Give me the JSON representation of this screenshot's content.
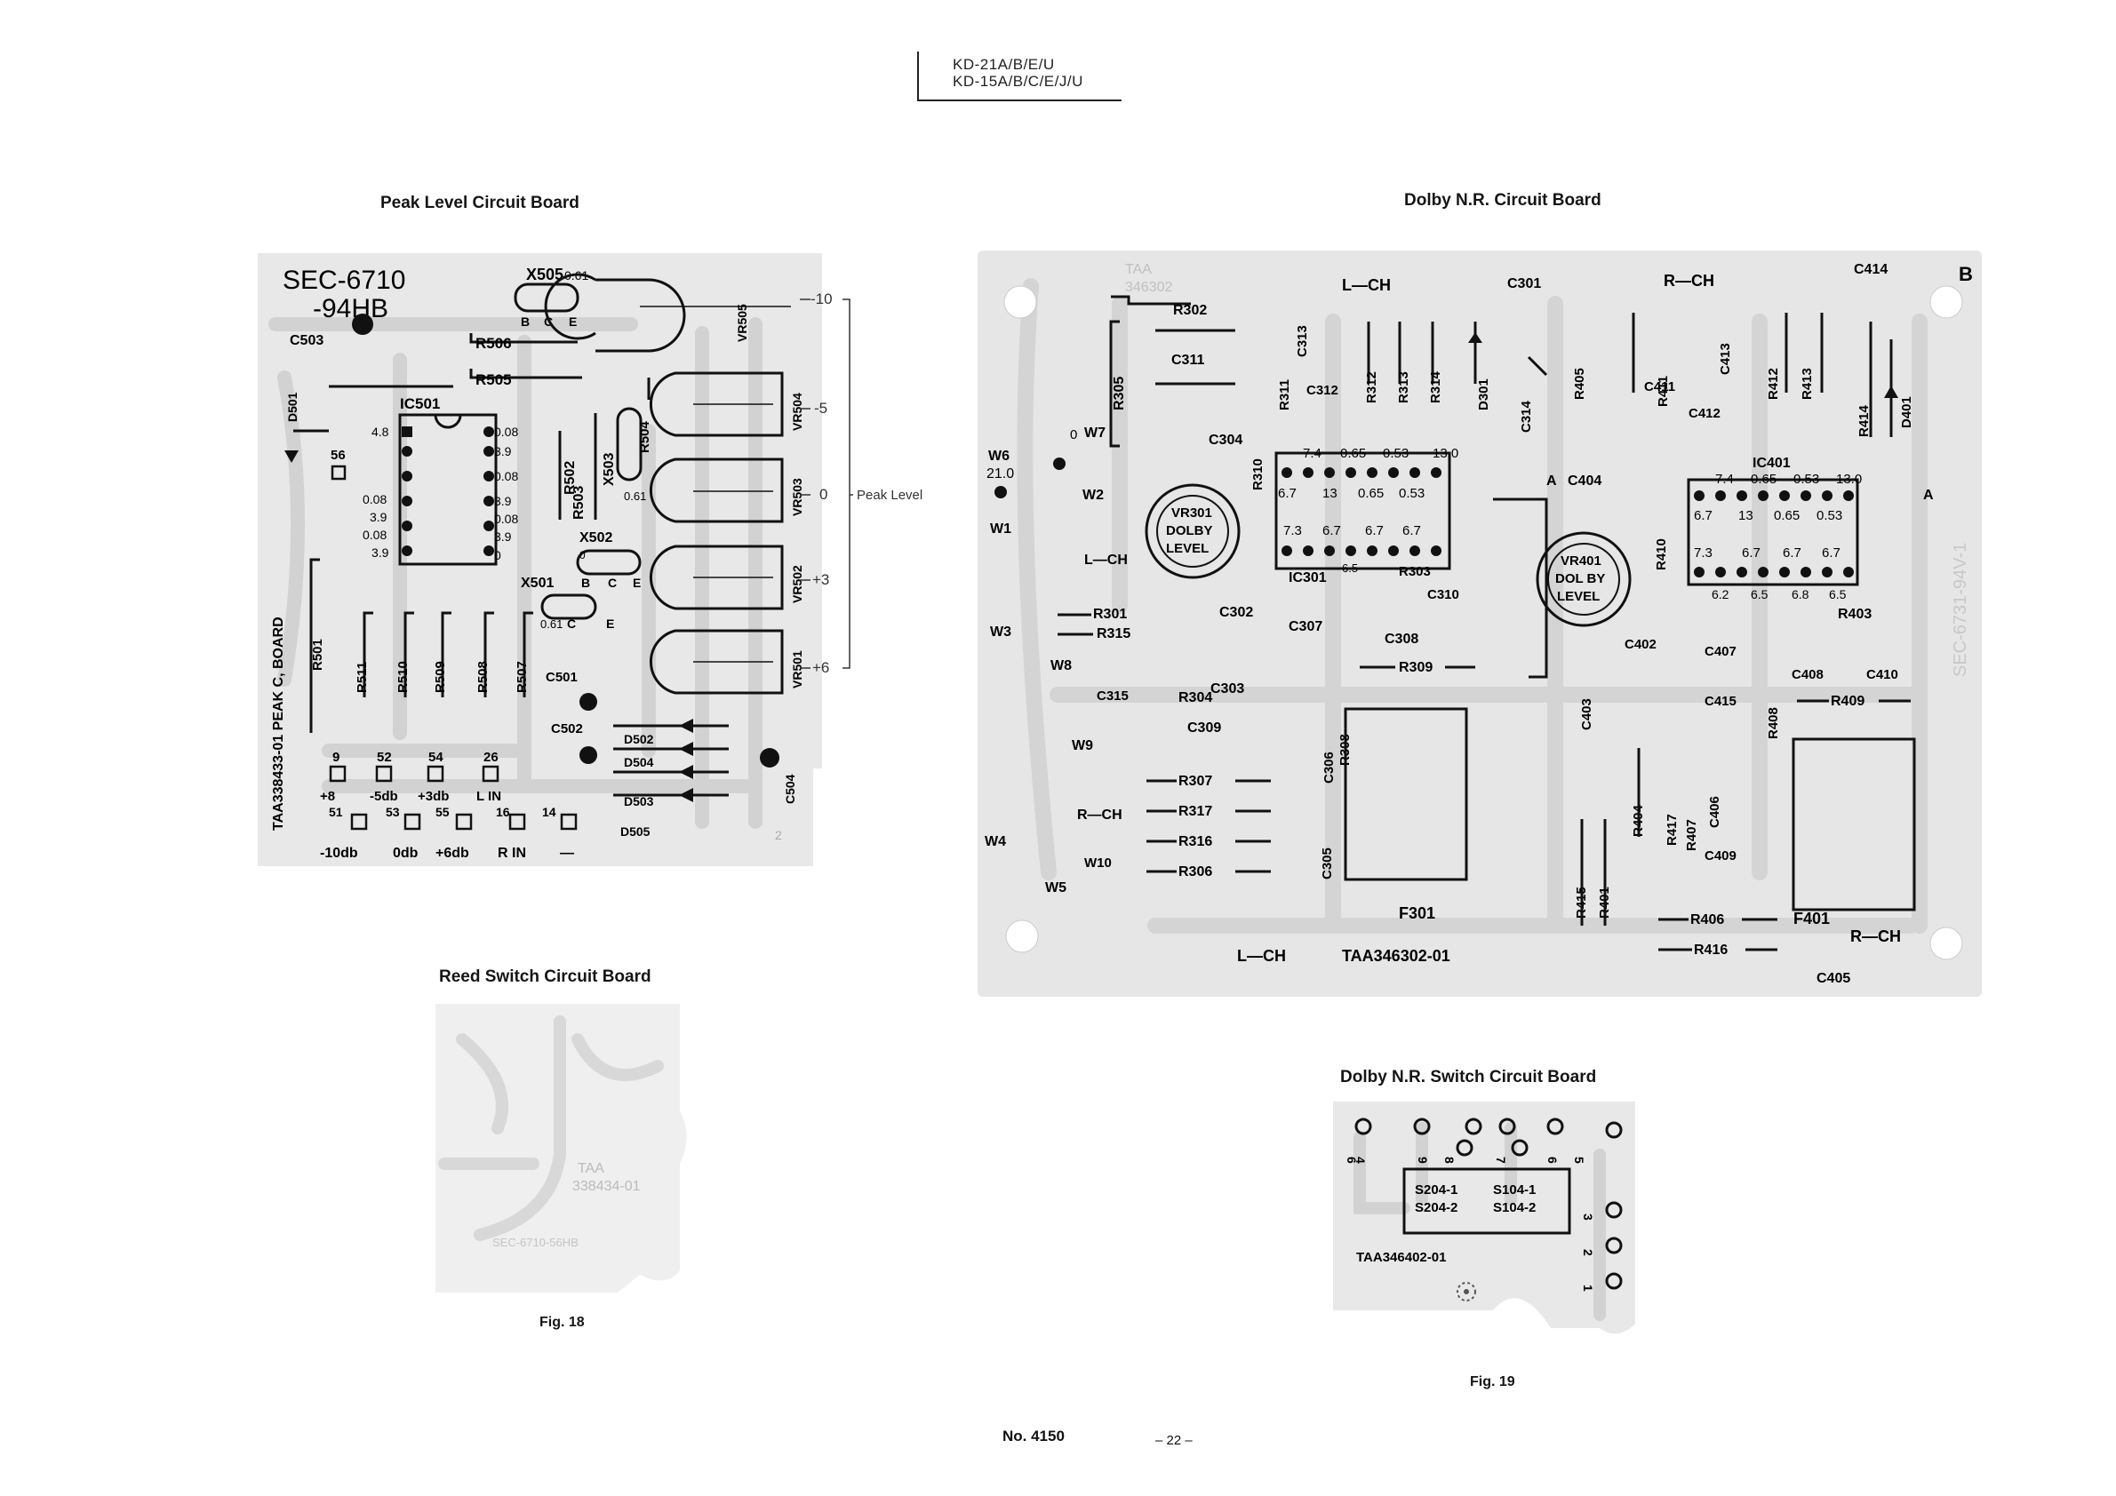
{
  "header": {
    "line1": "KD-21A/B/E/U",
    "line2": "KD-15A/B/C/E/J/U"
  },
  "boards": {
    "peak": {
      "title": "Peak Level Circuit Board",
      "part_code_1": "SEC-6710",
      "part_code_2": "-94HB",
      "board_id": "TAA338433-01 PEAK C, BOARD",
      "ic": "IC501",
      "ic_left_voltages": [
        "4.8",
        "0.08",
        "3.9",
        "0.08",
        "3.9"
      ],
      "ic_right_voltages": [
        "0.08",
        "3.9",
        "0.08",
        "3.9",
        "0.08",
        "3.9",
        "0"
      ],
      "transistors": [
        "X505",
        "X503",
        "X502",
        "X501"
      ],
      "pins_bce": [
        "B",
        "C",
        "E"
      ],
      "transistor_voltages": [
        "0.61",
        "0.61",
        "0",
        "0.61"
      ],
      "resistors_top": [
        "R506",
        "R505"
      ],
      "resistors_mid": [
        "R503",
        "R502",
        "R504"
      ],
      "resistors_bottom": [
        "R511",
        "R510",
        "R509",
        "R508",
        "R507"
      ],
      "r501": "R501",
      "caps": [
        "C503",
        "C501",
        "C502",
        "C504"
      ],
      "diode": "D501",
      "diodes": [
        "D502",
        "D504",
        "D503",
        "D505"
      ],
      "vr": [
        "VR505",
        "VR504",
        "VR503",
        "VR502",
        "VR501"
      ],
      "vr_levels": [
        "-10",
        "-5",
        "0",
        "+3",
        "+6"
      ],
      "peak_label": "Peak Level",
      "terminal_56": "56",
      "pad_numbers_top": [
        "9",
        "52",
        "54",
        "26"
      ],
      "pad_labels_top": [
        "+8",
        "-5db",
        "+3db",
        "L IN"
      ],
      "pad_numbers_bottom": [
        "51",
        "53",
        "55",
        "16",
        "14"
      ],
      "pad_labels_bottom": [
        "-10db",
        "0db",
        "+6db",
        "R IN",
        "—"
      ],
      "corner_mark": "2"
    },
    "reed": {
      "title": "Reed Switch Circuit Board",
      "code1": "TAA",
      "code2": "338434-01",
      "code3": "SEC-6710-56HB"
    },
    "dolby": {
      "title": "Dolby N.R. Circuit Board",
      "corner_label": "B",
      "board_code": "TAA346302-01",
      "side_code": "SEC-6731-94V-1",
      "faded_code1": "TAA",
      "faded_code2": "346302",
      "channels": {
        "l": "L—CH",
        "r": "R—CH"
      },
      "wires": [
        "W1",
        "W2",
        "W3",
        "W4",
        "W5",
        "W6",
        "W7",
        "W8",
        "W9",
        "W10"
      ],
      "w6_voltage": "21.0",
      "w7_voltage": "0",
      "ic301": "IC301",
      "ic401": "IC401",
      "ic_top_voltages": [
        "7.4",
        "0.65",
        "0.53",
        "13.0"
      ],
      "ic_row2_voltages": [
        "6.7",
        "13",
        "0.65",
        "0.53"
      ],
      "ic_row3_voltages": [
        "7.3",
        "6.7",
        "6.7",
        "6.7"
      ],
      "ic_bottom_voltages": [
        "6.2",
        "6.5",
        "6.8",
        "6.5"
      ],
      "vr301": [
        "VR301",
        "DOLBY",
        "LEVEL"
      ],
      "vr401": [
        "VR401",
        "DOL BY",
        "LEVEL"
      ],
      "point_a": "A",
      "fuses": [
        "F301",
        "F401"
      ],
      "diodes": [
        "D301",
        "D401"
      ],
      "res_vertical_l": [
        "R305",
        "R311",
        "R310",
        "R312",
        "R313",
        "R314",
        "R308",
        "R405"
      ],
      "res_vertical_r": [
        "R411",
        "R412",
        "R413",
        "R414",
        "R410",
        "R408",
        "R404",
        "R417",
        "R407",
        "R415",
        "R401"
      ],
      "res_horizontal": [
        "R302",
        "R301",
        "R315",
        "R304",
        "R307",
        "R317",
        "R316",
        "R306",
        "R309",
        "R303",
        "R403",
        "R409",
        "R406",
        "R416"
      ],
      "caps_l": [
        "C301",
        "C311",
        "C313",
        "C312",
        "C304",
        "C302",
        "C307",
        "C308",
        "C310",
        "C303",
        "C315",
        "C309",
        "C306",
        "C305",
        "C314"
      ],
      "caps_r": [
        "C414",
        "C411",
        "C413",
        "C412",
        "C404",
        "C402",
        "C407",
        "C408",
        "C410",
        "C403",
        "C415",
        "C406",
        "C409",
        "C405"
      ]
    },
    "switch": {
      "title": "Dolby N.R. Switch Circuit Board",
      "board_code": "TAA346402-01",
      "switch_l1": "S204-1",
      "switch_l2": "S204-2",
      "switch_r1": "S104-1",
      "switch_r2": "S104-2",
      "pins": [
        "4",
        "9",
        "8",
        "7",
        "6",
        "5",
        "3",
        "2",
        "1"
      ],
      "pad_prefix": "6"
    }
  },
  "figures": {
    "fig18": "Fig. 18",
    "fig19": "Fig. 19"
  },
  "footer": {
    "doc_no": "No. 4150",
    "page": "– 22 –"
  }
}
